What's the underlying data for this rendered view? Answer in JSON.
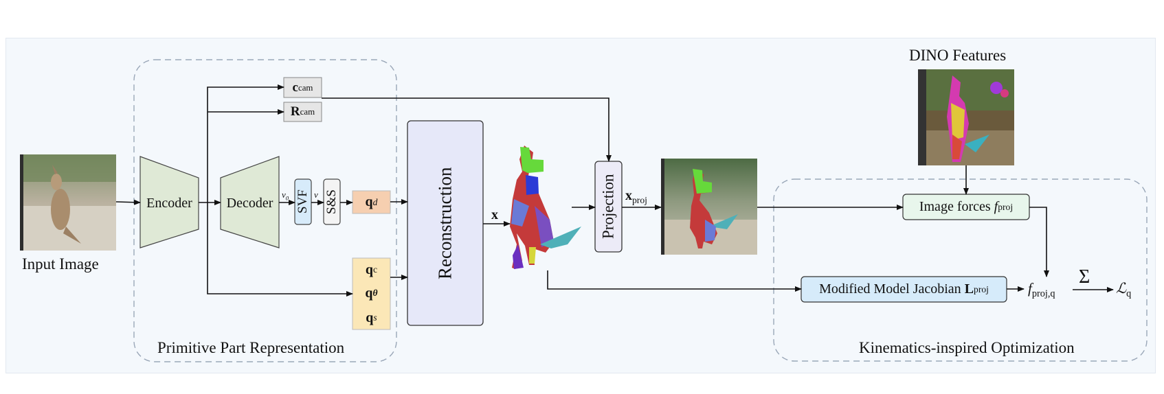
{
  "labels": {
    "input_image": "Input Image",
    "encoder": "Encoder",
    "decoder": "Decoder",
    "v0": "v",
    "v0_sub": "0",
    "v": "v",
    "svf": "SVF",
    "ss": "S&S",
    "c_cam": "c",
    "c_cam_sub": "cam",
    "r_cam": "R",
    "r_cam_sub": "cam",
    "q_d": "q",
    "q_d_sub": "d",
    "q_c": "q",
    "q_c_sub": "c",
    "q_theta": "q",
    "q_theta_sub": "θ",
    "q_s": "q",
    "q_s_sub": "s",
    "primitive_part": "Primitive Part Representation",
    "reconstruction": "Reconstruction",
    "x": "x",
    "projection": "Projection",
    "x_proj": "x",
    "x_proj_sub": "proj",
    "dino": "DINO Features",
    "image_forces": "Image forces ",
    "image_forces_f": "f",
    "image_forces_sub": "proj",
    "jacobian": "Modified Model Jacobian ",
    "jacobian_L": "L",
    "jacobian_sub": "proj",
    "f_projq": "f",
    "f_projq_sub": "proj,q",
    "sigma": "Σ",
    "loss": "ℒ",
    "loss_sub": "q",
    "kinematics": "Kinematics-inspired Optimization"
  },
  "colors": {
    "panel_bg": "#f4f8fc",
    "encoder_fill": "#dfe9d6",
    "cam_fill": "#e6e6e6",
    "svf_fill": "#d7ebfa",
    "qd_fill": "#f6cfb0",
    "q_fill": "#fbe7b7",
    "recon_fill": "#e6e8f9",
    "proj_fill": "#ecebf7",
    "forces_fill": "#e8f6ec",
    "jacobian_fill": "#d6ebfa",
    "dashed": "#9aa7b8"
  }
}
